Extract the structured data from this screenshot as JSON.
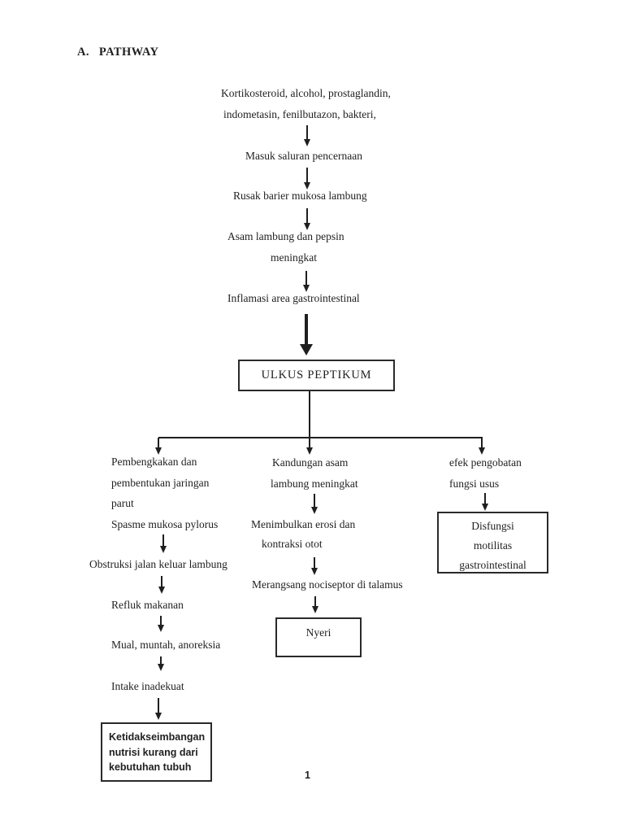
{
  "colors": {
    "ink": "#1f1f1f",
    "background": "#ffffff"
  },
  "document": {
    "heading_prefix": "A.",
    "heading_title": "PATHWAY",
    "page_number": "1"
  },
  "flowchart": {
    "main_chain": {
      "causes": {
        "line1": "Kortikosteroid, alcohol, prostaglandin,",
        "line2": "indometasin, fenilbutazon, bakteri,"
      },
      "masuk_saluran": "Masuk saluran pencernaan",
      "rusak_barier": "Rusak barier mukosa lambung",
      "asam_pepsin": {
        "line1": "Asam lambung dan pepsin",
        "line2": "meningkat"
      },
      "inflamasi": "Inflamasi area gastrointestinal",
      "ulkus_box": "ULKUS PEPTIKUM"
    },
    "left_branch": {
      "pembengkakan": {
        "line1": "Pembengkakan dan",
        "line2": "pembentukan jaringan",
        "line3": "parut"
      },
      "spasme": "Spasme mukosa pylorus",
      "obstruksi": "Obstruksi jalan keluar lambung",
      "refluk": "Refluk makanan",
      "mual": "Mual, muntah, anoreksia",
      "intake": "Intake inadekuat",
      "ketidakseimbangan_box": {
        "line1": "Ketidakseimbangan",
        "line2": "nutrisi kurang dari",
        "line3": "kebutuhan tubuh"
      }
    },
    "middle_branch": {
      "kandungan": {
        "line1": "Kandungan asam",
        "line2": "lambung meningkat"
      },
      "erosi": {
        "line1": "Menimbulkan erosi dan",
        "line2": "kontraksi otot"
      },
      "merangsang": "Merangsang nociseptor di talamus",
      "nyeri_box": "Nyeri"
    },
    "right_branch": {
      "efek": {
        "line1": "efek pengobatan",
        "line2": "fungsi usus"
      },
      "disfungsi_box": {
        "line1": "Disfungsi",
        "line2": "motilitas",
        "line3": "gastrointestinal"
      }
    }
  }
}
